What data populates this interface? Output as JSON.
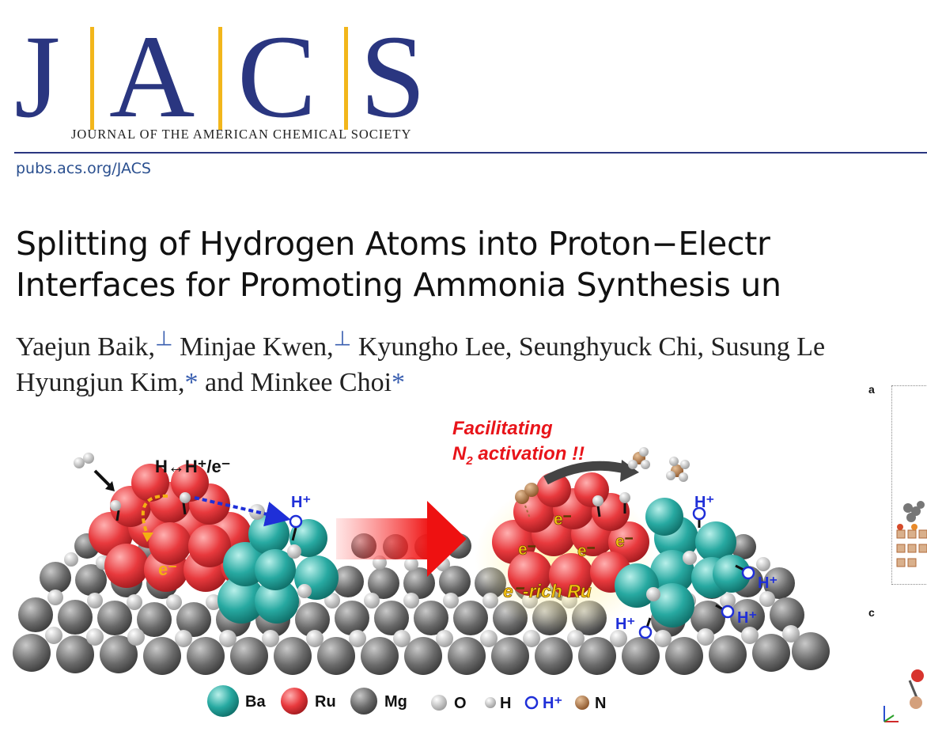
{
  "header": {
    "logo_letters": [
      "J",
      "A",
      "C",
      "S"
    ],
    "logo_subtitle": "JOURNAL OF THE AMERICAN CHEMICAL SOCIETY",
    "url": "pubs.acs.org/JACS",
    "colors": {
      "navy": "#2a3680",
      "gold": "#f2b61b"
    }
  },
  "article": {
    "title_line1": "Splitting of Hydrogen Atoms into Proton−Electr",
    "title_line2": "Interfaces for Promoting Ammonia Synthesis un",
    "authors_line1": [
      {
        "name": "Yaejun Baik,",
        "mark": "⊥"
      },
      {
        "name": "Minjae Kwen,",
        "mark": "⊥"
      },
      {
        "name": "Kyungho Lee, Seunghyuck Chi, Susung Le",
        "mark": ""
      }
    ],
    "authors_line2": [
      {
        "name": "Hyungjun Kim,",
        "mark": "*"
      },
      {
        "name": "and Minkee Choi",
        "mark": "*"
      }
    ]
  },
  "toc_graphic": {
    "label_split": "H↔H⁺/e⁻",
    "facilitating_line1": "Facilitating",
    "facilitating_line2": "N",
    "facilitating_sub": "2",
    "facilitating_line2b": " activation !!",
    "electron": "e⁻",
    "electron_rich": "e⁻-rich Ru",
    "proton": "H⁺",
    "legend": [
      {
        "label": "Ba",
        "color": "#27a9a1"
      },
      {
        "label": "Ru",
        "color": "#e8393d"
      },
      {
        "label": "Mg",
        "color": "#6e6e6e"
      },
      {
        "label": "O",
        "color": "#b8b8b8"
      },
      {
        "label": "H",
        "color": "#f2f2f2"
      },
      {
        "label": "H⁺",
        "color": "#ffffff"
      },
      {
        "label": "N",
        "color": "#a86a3e"
      }
    ]
  },
  "side_panel": {
    "label_a": "a",
    "label_c": "c"
  }
}
